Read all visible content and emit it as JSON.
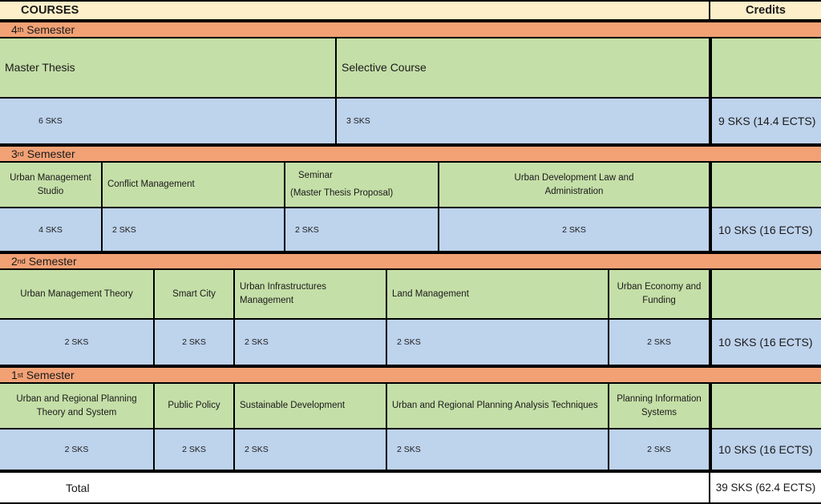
{
  "header": {
    "courses_label": "COURSES",
    "credits_label": "Credits"
  },
  "colors": {
    "header_bg": "#FDEFC9",
    "semester_bar_bg": "#F2A175",
    "course_bg": "#C5DFA8",
    "credit_bg": "#BED3EC",
    "total_bg": "#FFFFFF",
    "border": "#000000"
  },
  "semesters": [
    {
      "ordinal_number": "4",
      "ordinal_suffix": "th",
      "label_suffix": "Semester",
      "courses": [
        {
          "name": "Master Thesis",
          "sks": "6 SKS"
        },
        {
          "name": "Selective Course",
          "sks": "3 SKS"
        }
      ],
      "total_credits": "9 SKS (14.4 ECTS)"
    },
    {
      "ordinal_number": "3",
      "ordinal_suffix": "rd",
      "label_suffix": "Semester",
      "courses": [
        {
          "name": "Urban Management Studio",
          "sks": "4 SKS"
        },
        {
          "name": "Conflict Management",
          "sks": "2 SKS"
        },
        {
          "name": "Seminar",
          "name_line2": "(Master Thesis Proposal)",
          "sks": "2 SKS"
        },
        {
          "name": "Urban Development Law and Administration",
          "sks": "2 SKS"
        }
      ],
      "total_credits": "10 SKS (16 ECTS)"
    },
    {
      "ordinal_number": "2",
      "ordinal_suffix": "nd",
      "label_suffix": "Semester",
      "courses": [
        {
          "name": "Urban Management Theory",
          "sks": "2 SKS"
        },
        {
          "name": "Smart City",
          "sks": "2 SKS"
        },
        {
          "name": "Urban Infrastructures Management",
          "sks": "2 SKS"
        },
        {
          "name": "Land Management",
          "sks": "2 SKS"
        },
        {
          "name": "Urban Economy and Funding",
          "sks": "2 SKS"
        }
      ],
      "total_credits": "10 SKS (16 ECTS)"
    },
    {
      "ordinal_number": "1",
      "ordinal_suffix": "st",
      "label_suffix": "Semester",
      "courses": [
        {
          "name": "Urban and Regional Planning Theory and System",
          "sks": "2 SKS"
        },
        {
          "name": "Public Policy",
          "sks": "2 SKS"
        },
        {
          "name": "Sustainable Development",
          "sks": "2 SKS"
        },
        {
          "name": "Urban and Regional Planning Analysis Techniques",
          "sks": "2 SKS"
        },
        {
          "name": "Planning Information Systems",
          "sks": "2 SKS"
        }
      ],
      "total_credits": "10 SKS (16 ECTS)"
    }
  ],
  "total": {
    "label": "Total",
    "credits": "39 SKS (62.4 ECTS)"
  }
}
